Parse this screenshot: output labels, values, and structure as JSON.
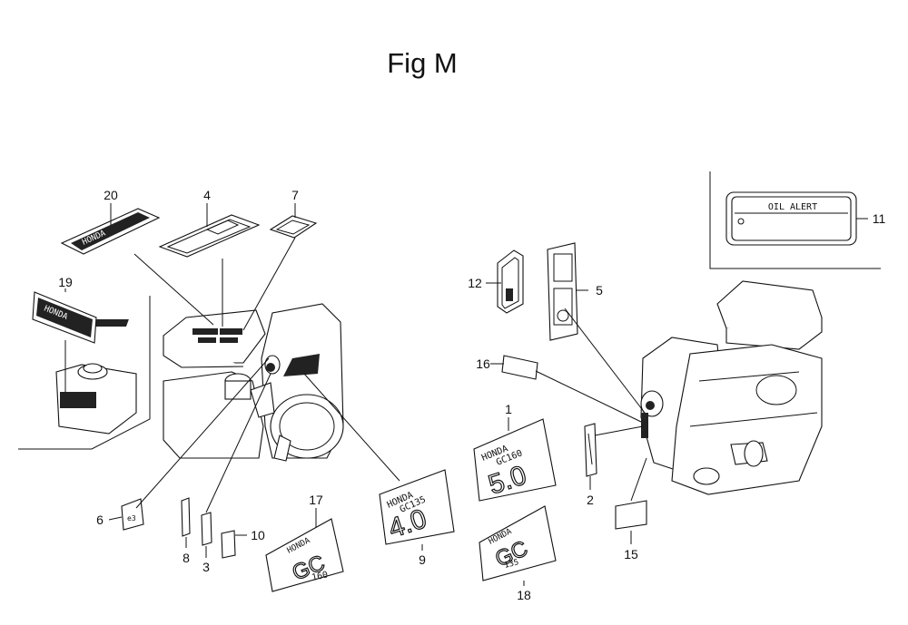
{
  "title": "Fig M",
  "inset": {
    "text": "OIL ALERT"
  },
  "decals": {
    "p1": {
      "brand": "HONDA",
      "model": "GC160",
      "hp": "5.0"
    },
    "p9": {
      "brand": "HONDA",
      "model": "GC135",
      "hp": "4.0"
    },
    "p17": {
      "brand": "HONDA",
      "series": "GC",
      "size": "160"
    },
    "p18": {
      "brand": "HONDA",
      "series": "GC",
      "size": "135"
    },
    "p20": {
      "brand": "HONDA"
    },
    "p19": {
      "brand": "HONDA"
    }
  },
  "callouts": [
    "20",
    "4",
    "7",
    "19",
    "12",
    "5",
    "11",
    "16",
    "1",
    "2",
    "6",
    "8",
    "3",
    "10",
    "17",
    "9",
    "18",
    "15"
  ]
}
